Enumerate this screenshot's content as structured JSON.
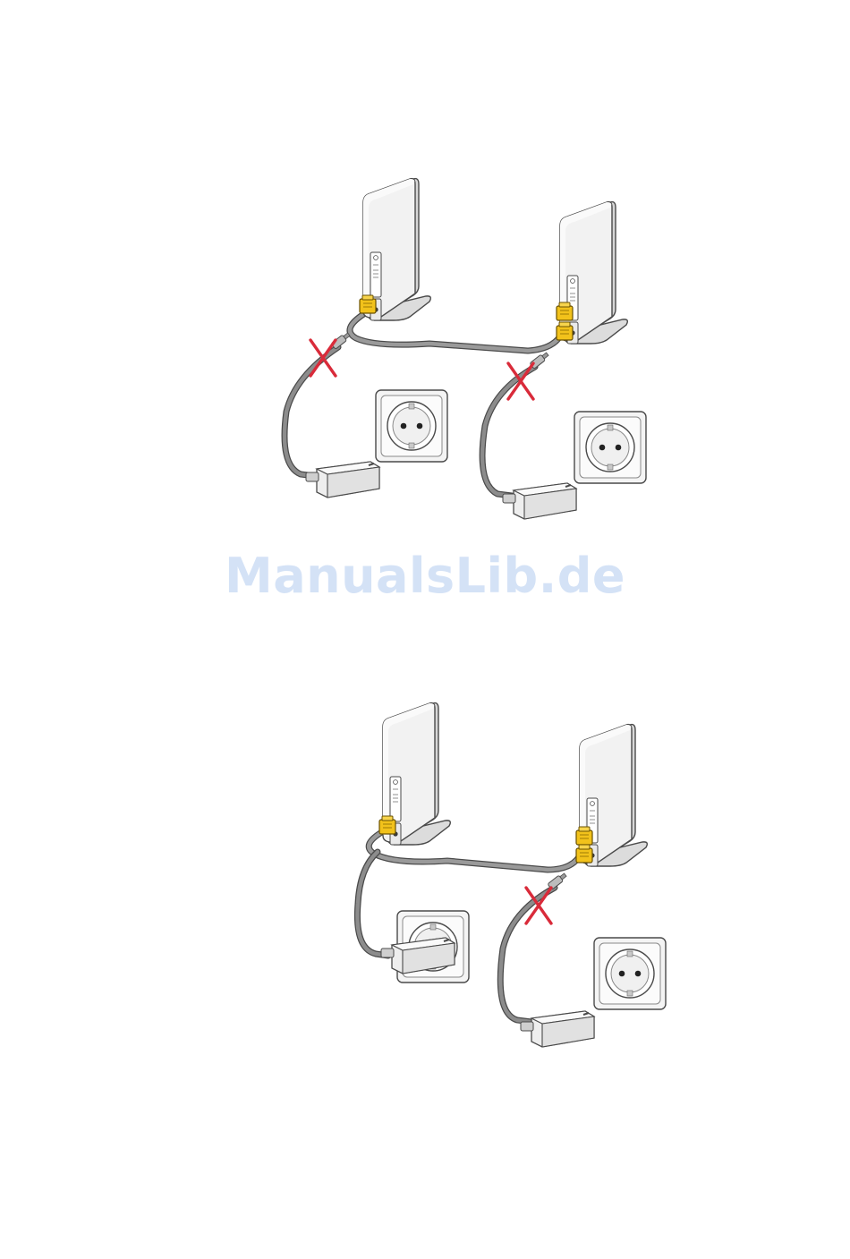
{
  "watermark": {
    "text": "ManualsLib.de",
    "color": "#d4e2f6"
  },
  "colors": {
    "device_body": "#f1f1f1",
    "device_outline": "#4a4a4a",
    "cable": "#8c8c8c",
    "connector": "#f2c21b",
    "cross": "#d92b3a",
    "socket_plate": "#f4f4f4"
  },
  "diagrams": [
    {
      "name": "both-adapters-disconnected",
      "left_adapter_plugged": false,
      "right_adapter_plugged": false,
      "crosses": 2
    },
    {
      "name": "left-adapter-connected",
      "left_adapter_plugged": true,
      "right_adapter_plugged": false,
      "crosses": 1
    }
  ]
}
